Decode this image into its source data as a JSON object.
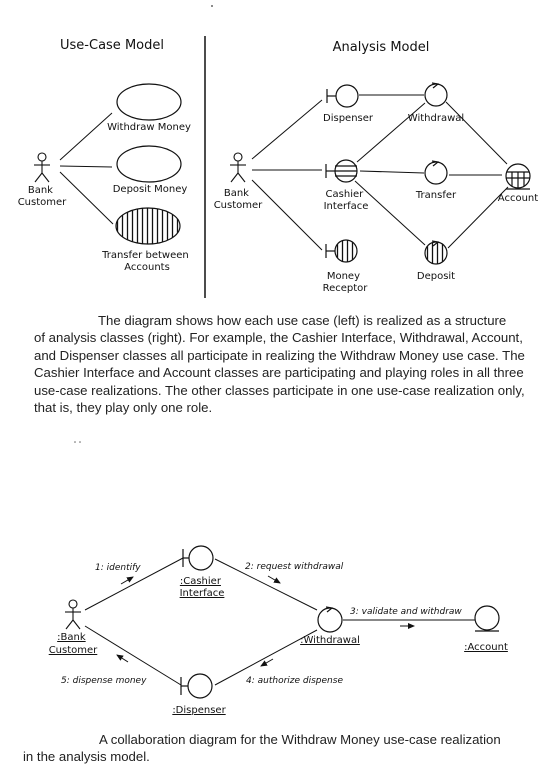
{
  "top_figure": {
    "use_case_model": {
      "title": "Use-Case Model",
      "actor": "Bank Customer",
      "actor_lines": [
        "Bank",
        "Customer"
      ],
      "use_cases": [
        {
          "lines": [
            "Withdraw Money"
          ],
          "fill": "none"
        },
        {
          "lines": [
            "Deposit Money"
          ],
          "fill": "none"
        },
        {
          "lines": [
            "Transfer between",
            "Accounts"
          ],
          "fill": "vertical-stripes"
        }
      ]
    },
    "analysis_model": {
      "title": "Analysis Model",
      "actor_lines": [
        "Bank",
        "Customer"
      ],
      "classes": {
        "dispenser": {
          "lines": [
            "Dispenser"
          ],
          "stereotype": "boundary"
        },
        "withdrawal": {
          "lines": [
            "Withdrawal"
          ],
          "stereotype": "control"
        },
        "cashier_interface": {
          "lines": [
            "Cashier",
            "Interface"
          ],
          "stereotype": "boundary"
        },
        "transfer": {
          "lines": [
            "Transfer"
          ],
          "stereotype": "control"
        },
        "account": {
          "lines": [
            "Account"
          ],
          "stereotype": "entity"
        },
        "money_receptor": {
          "lines": [
            "Money",
            "Receptor"
          ],
          "stereotype": "boundary"
        },
        "deposit": {
          "lines": [
            "Deposit"
          ],
          "stereotype": "control"
        }
      }
    }
  },
  "caption_top_lines": [
    "The diagram shows how each use case (left) is realized as a structure",
    "of analysis classes (right). For example, the Cashier Interface, Withdrawal, Account,",
    "and Dispenser classes all participate in realizing the Withdraw Money use case. The",
    "Cashier Interface and Account classes are participating and playing roles in all three",
    "use-case realizations. The other classes participate in one use-case realization only,",
    "that is, they play only one role."
  ],
  "collaboration": {
    "objects": {
      "bank_customer": {
        "lines": [
          ":Bank",
          "Customer"
        ]
      },
      "cashier_interface": {
        "lines": [
          ":Cashier",
          "Interface"
        ]
      },
      "withdrawal": {
        "lines": [
          ":Withdrawal"
        ]
      },
      "account": {
        "lines": [
          ":Account"
        ]
      },
      "dispenser": {
        "lines": [
          ":Dispenser"
        ]
      }
    },
    "messages": [
      {
        "number": 1,
        "label": "1: identify"
      },
      {
        "number": 2,
        "label": "2: request withdrawal"
      },
      {
        "number": 3,
        "label": "3: validate and withdraw"
      },
      {
        "number": 4,
        "label": "4: authorize dispense"
      },
      {
        "number": 5,
        "label": "5: dispense money"
      }
    ]
  },
  "caption_bottom_lines": [
    "A collaboration diagram for the Withdraw Money use-case realization",
    "in the analysis model."
  ]
}
